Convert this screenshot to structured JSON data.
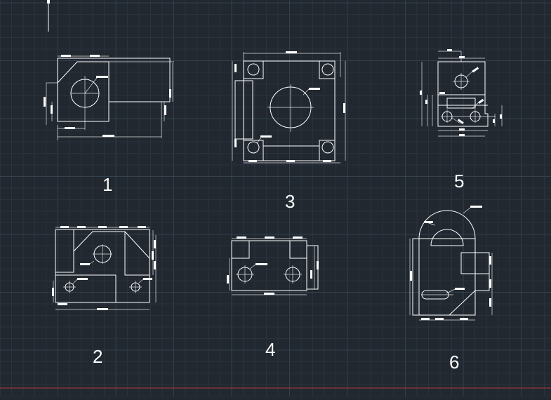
{
  "drawing": {
    "labels": [
      "1",
      "2",
      "3",
      "4",
      "5",
      "6"
    ]
  },
  "colors": {
    "background": "#212830",
    "grid_minor": "#2a323c",
    "grid_major": "#34404c",
    "linework": "#ffffff",
    "axis": "#b03a3a"
  },
  "icons": {
    "ucs_marker": "ucs-icon"
  }
}
